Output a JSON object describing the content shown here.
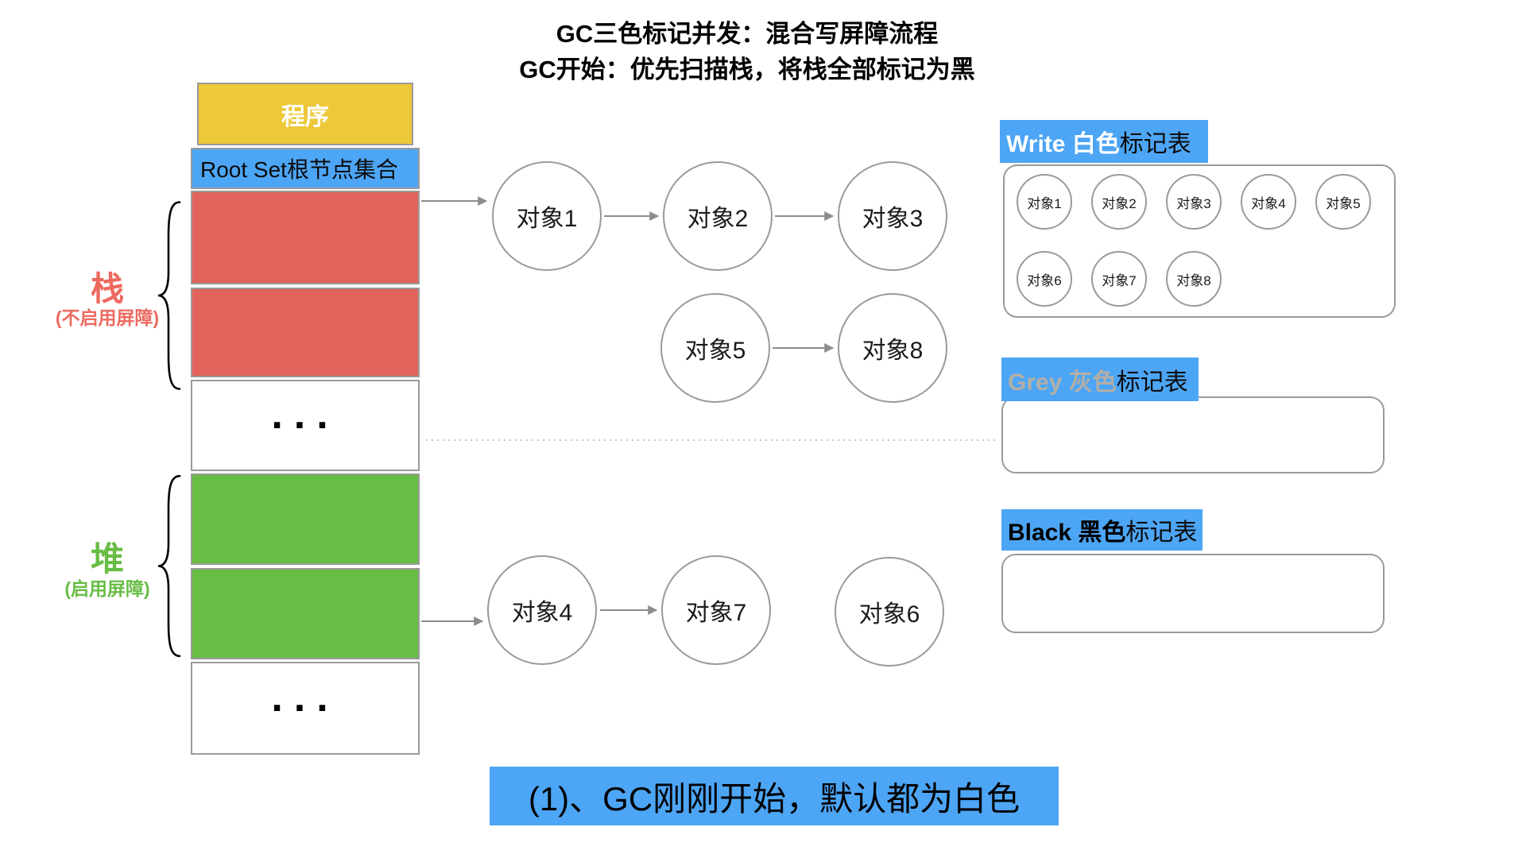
{
  "title": {
    "line1": "GC三色标记并发：混合写屏障流程",
    "line2": "GC开始：优先扫描栈，将栈全部标记为黑"
  },
  "memory": {
    "program_label": "程序",
    "root_set_label": "Root Set根节点集合",
    "stack_label": "栈",
    "stack_note": "(不启用屏障)",
    "heap_label": "堆",
    "heap_note": "(启用屏障)",
    "ellipsis": "..."
  },
  "graph": {
    "row1": [
      "对象1",
      "对象2",
      "对象3"
    ],
    "row2": [
      "对象5",
      "对象8"
    ],
    "row3": [
      "对象4",
      "对象7",
      "对象6"
    ]
  },
  "tables": {
    "white": {
      "title_en": "Write 白色",
      "title_suffix": "标记表",
      "row1": [
        "对象1",
        "对象2",
        "对象3",
        "对象4",
        "对象5"
      ],
      "row2": [
        "对象6",
        "对象7",
        "对象8"
      ]
    },
    "grey": {
      "title_en": "Grey 灰色",
      "title_suffix": "标记表"
    },
    "black": {
      "title_en": "Black 黑色",
      "title_suffix": "标记表"
    }
  },
  "caption": "(1)、GC刚刚开始，默认都为白色",
  "colors": {
    "blue": "#4da5f5",
    "yellow": "#edc839",
    "red": "#e2625c",
    "green": "#68bd44",
    "red_text": "#ed6a60",
    "green_text": "#68bd44",
    "grey_text": "#b3afa6",
    "border_grey": "#9a9a9a"
  }
}
